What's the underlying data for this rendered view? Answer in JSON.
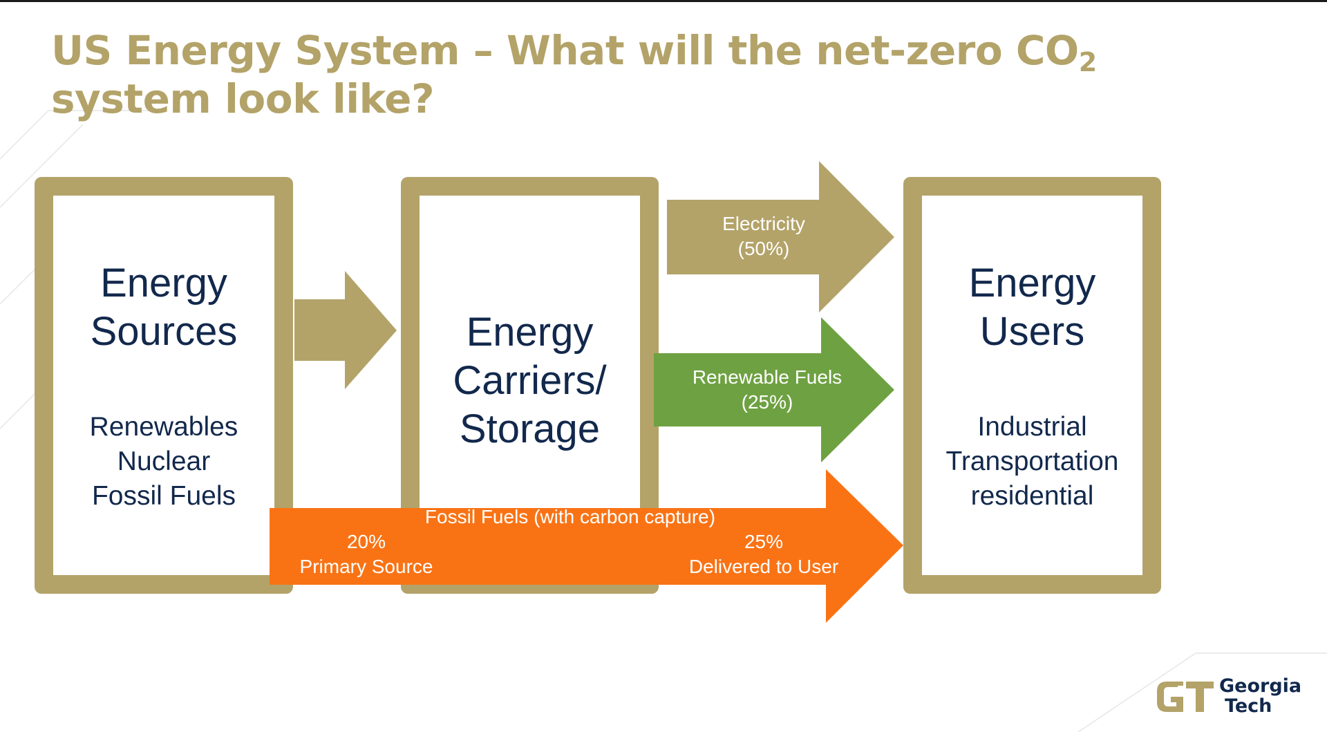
{
  "title": {
    "main": "US Energy System – What will the net-zero CO",
    "subscript": "2",
    "rest": " system look like?"
  },
  "boxes": {
    "sources": {
      "heading": [
        "Energy",
        "Sources"
      ],
      "items": [
        "Renewables",
        "Nuclear",
        "Fossil Fuels"
      ]
    },
    "carriers": {
      "heading": [
        "Energy",
        "Carriers/",
        "Storage"
      ]
    },
    "users": {
      "heading": [
        "Energy",
        "Users"
      ],
      "items": [
        "Industrial",
        "Transportation",
        "residential"
      ]
    }
  },
  "flows": {
    "electricity": {
      "label": "Electricity",
      "share": "(50%)",
      "color": "#b3a369"
    },
    "renewable_fuels": {
      "label": "Renewable Fuels",
      "share": "(25%)",
      "color": "#6ea142"
    },
    "fossil_fuels": {
      "label": "Fossil Fuels (with carbon capture)",
      "primary_pct": "20%",
      "primary_label": "Primary Source",
      "delivered_pct": "25%",
      "delivered_label": "Delivered to User",
      "color": "#f97315"
    }
  },
  "colors": {
    "gold": "#b3a369",
    "navy": "#12284c"
  },
  "logo": {
    "name": "Georgia Tech logo",
    "monogram": "GT",
    "word1": "Georgia",
    "word2": "Tech"
  }
}
